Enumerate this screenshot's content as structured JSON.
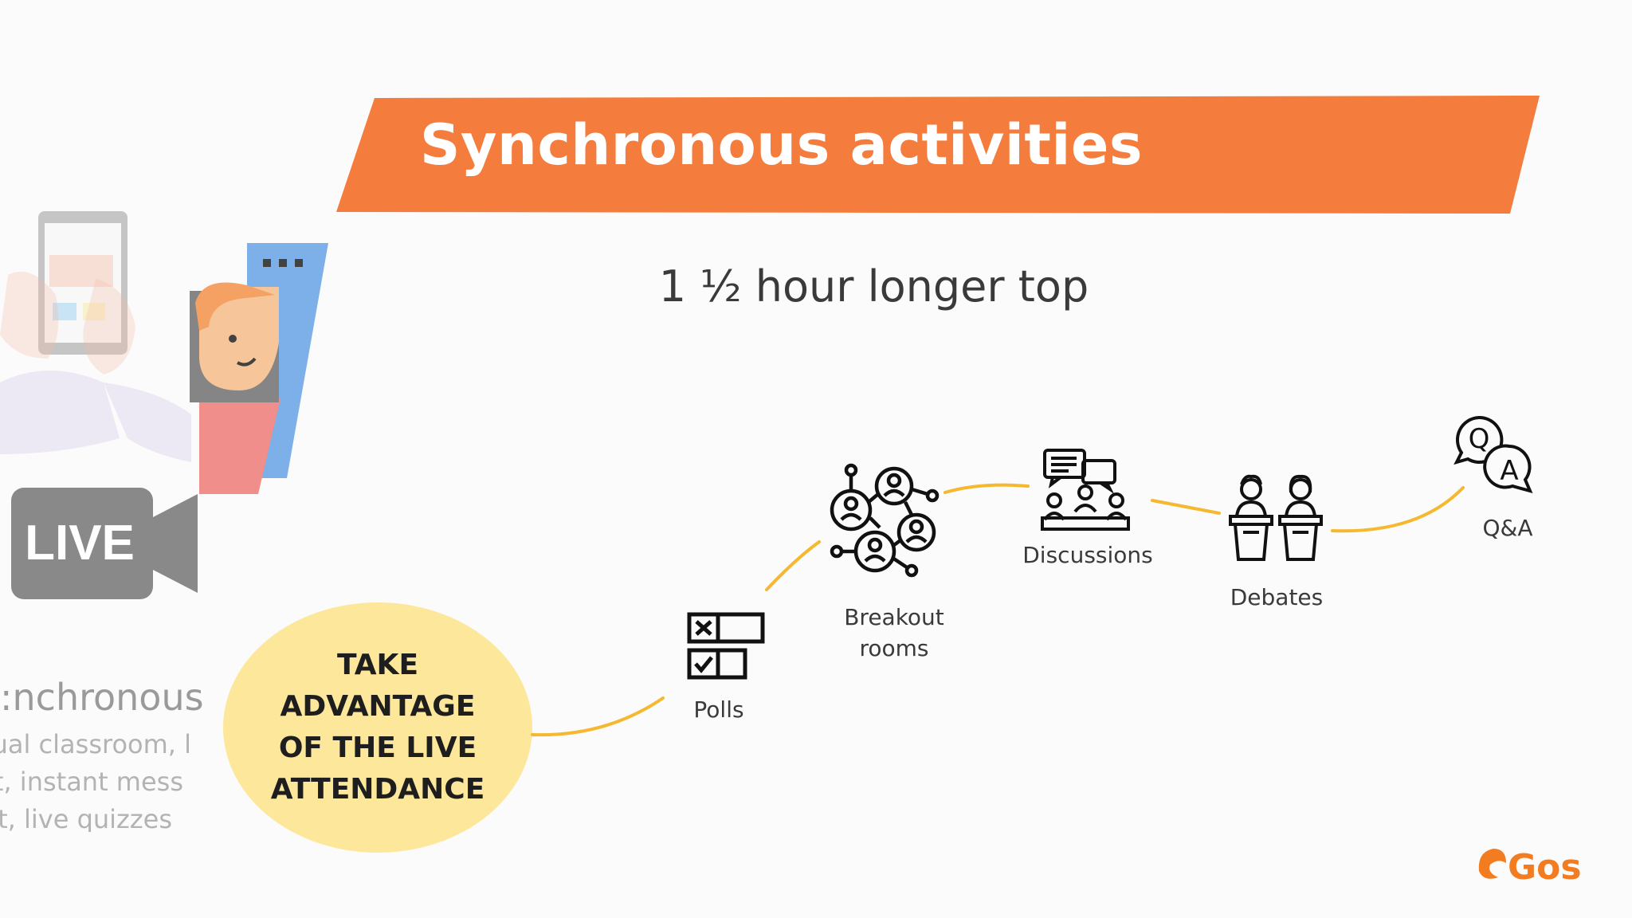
{
  "slide": {
    "title": "Synchronous activities",
    "subtitle": "1 ½ hour longer top",
    "accent_color": "#f47c3c",
    "timeline_color": "#f5b82e"
  },
  "left_panel": {
    "live_badge": "LIVE",
    "heading": "nchronous:",
    "lines": [
      "tual classroom, l",
      "t, instant mess",
      "t, live quizzes,"
    ]
  },
  "bubble": {
    "lines": [
      "TAKE",
      "ADVANTAGE",
      "OF THE LIVE",
      "ATTENDANCE"
    ],
    "color": "#fde79a"
  },
  "activities": [
    {
      "icon": "poll-checkbox-icon",
      "label_lines": [
        "Polls"
      ]
    },
    {
      "icon": "breakout-network-icon",
      "label_lines": [
        "Breakout",
        "rooms"
      ]
    },
    {
      "icon": "discussion-table-icon",
      "label_lines": [
        "Discussions"
      ]
    },
    {
      "icon": "debate-podium-icon",
      "label_lines": [
        "Debates"
      ]
    },
    {
      "icon": "qa-speech-bubble-icon",
      "label_lines": [
        "Q&A"
      ]
    }
  ],
  "logo": {
    "text": "Gos"
  }
}
